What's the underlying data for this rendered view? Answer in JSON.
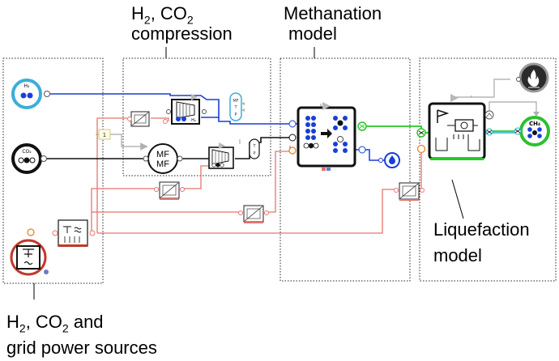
{
  "labels": {
    "compression": {
      "h": "H",
      "h_sub": "2",
      "sep": ", CO",
      "co_sub": "2",
      "line2": "compression"
    },
    "methanation": {
      "line1": "Methanation",
      "line2": "model"
    },
    "liquefaction": {
      "line1": "Liquefaction",
      "line2": "model"
    },
    "sources": {
      "line1_a": "H",
      "line1_sub": "2",
      "line1_b": ", CO",
      "line1_sub2": "2",
      "line1_c": " and",
      "line2": "grid power sources"
    }
  },
  "node_text": {
    "h2_source": "H₂",
    "co2_source": "CO₂",
    "h2_compressor": "H₂",
    "mf": "MF",
    "sensor_mf": "MF",
    "sensor_t": "T",
    "sensor_p": "P",
    "sensor2_t": "T",
    "sensor2_p": "P",
    "ch4": "CH₄",
    "signal_const": "1"
  },
  "colors": {
    "h2_line": "#1a3fd6",
    "co2_line": "#111111",
    "power_line": "#e8736b",
    "signal_line": "#a0a0a0",
    "ch4_line": "#28c828",
    "water_line": "#1a3fd6",
    "teal_ring": "#3aaed8",
    "green_ring": "#2ec02e"
  }
}
